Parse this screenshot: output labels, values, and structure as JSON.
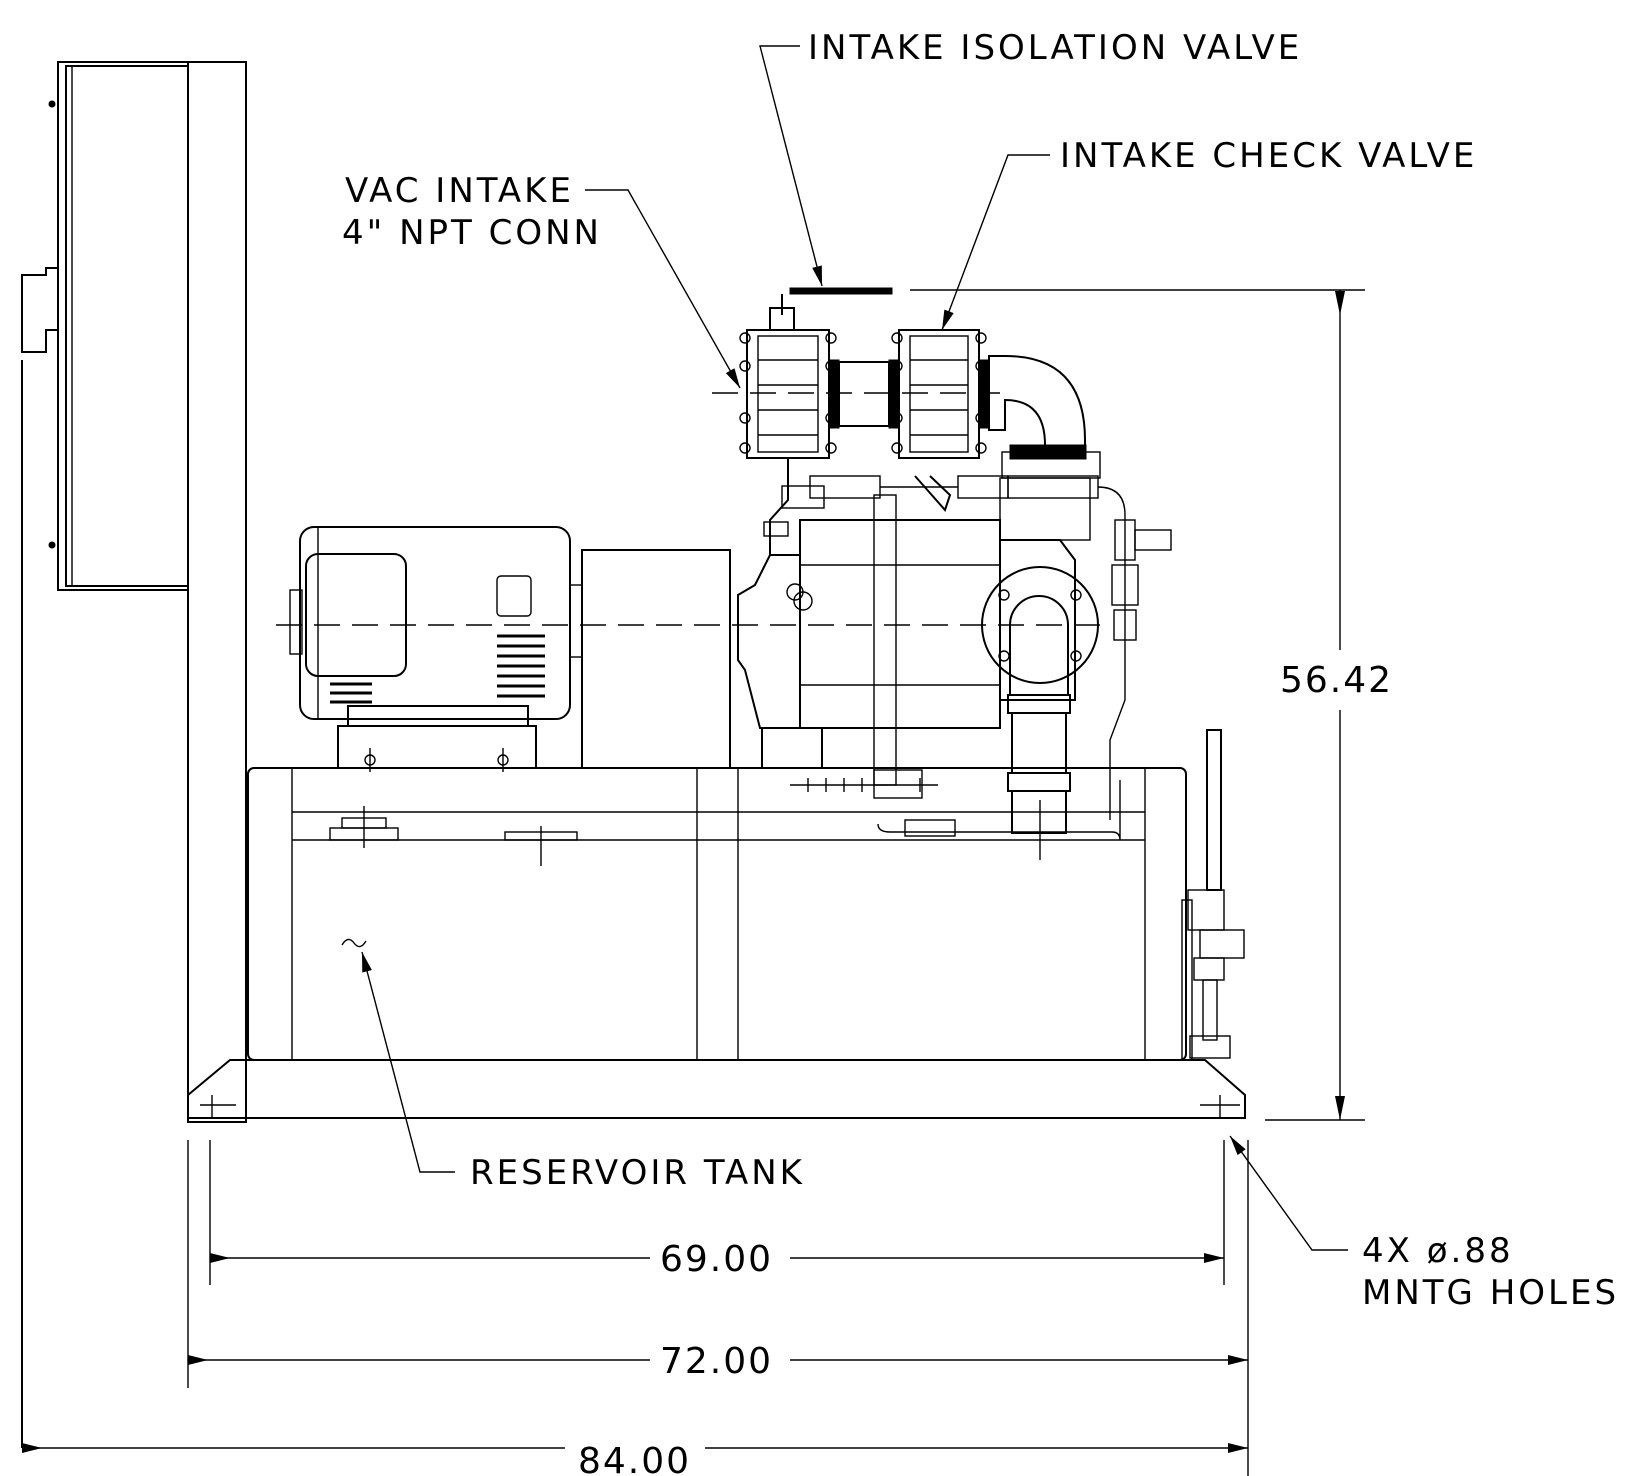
{
  "labels": {
    "intake_isolation_valve": "INTAKE ISOLATION VALVE",
    "intake_check_valve": "INTAKE CHECK VALVE",
    "vac_intake_line1": "VAC INTAKE",
    "vac_intake_line2": "4\" NPT CONN",
    "reservoir_tank": "RESERVOIR TANK",
    "mounting_holes_line1": "4X ø.88",
    "mounting_holes_line2": "MNTG HOLES"
  },
  "dimensions": {
    "height": "56.42",
    "hole_spacing": "69.00",
    "base_length": "72.00",
    "overall_length": "84.00"
  }
}
